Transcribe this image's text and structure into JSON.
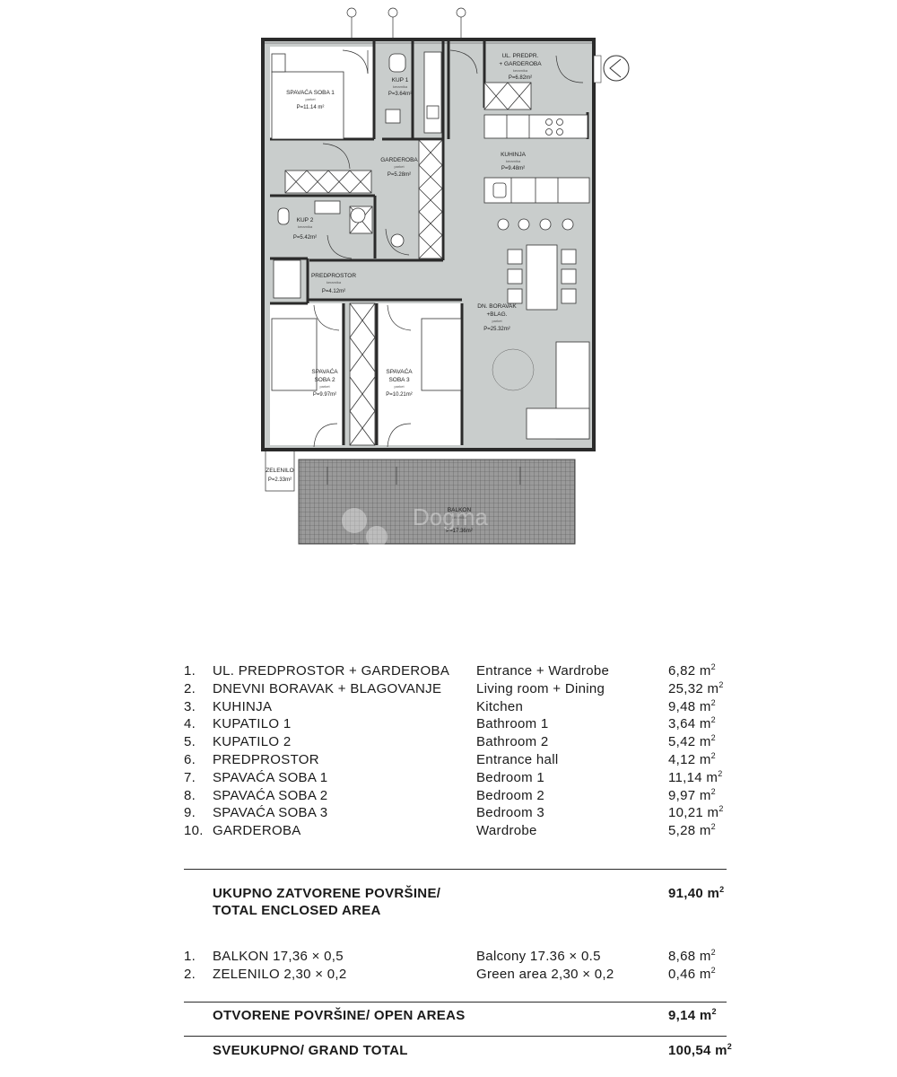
{
  "plan": {
    "rooms": {
      "bed1": {
        "name": "SPAVAĆA SOBA 1",
        "floor": "parket",
        "area": "P=11.14 m²"
      },
      "bath1": {
        "name": "KUP 1",
        "floor": "keramika",
        "area": "P=3.64m²"
      },
      "entrance": {
        "name": "UL. PREDPR.",
        "name2": "+ GARDEROBA",
        "floor": "keramika",
        "area": "P=6.82m²"
      },
      "wardrobe": {
        "name": "GARDEROBA",
        "floor": "parket",
        "area": "P=5.28m²"
      },
      "kitchen": {
        "name": "KUHINJA",
        "floor": "keramika",
        "area": "P=9.48m²"
      },
      "bath2": {
        "name": "KUP 2",
        "floor": "keramika",
        "area": "P=5.42m²"
      },
      "hall": {
        "name": "PREDPROSTOR",
        "floor": "keramika",
        "area": "P=4.12m²"
      },
      "living": {
        "name": "DN. BORAVAK",
        "name2": "+BLAG.",
        "floor": "parket",
        "area": "P=25.32m²"
      },
      "bed2": {
        "name": "SPAVAĆA",
        "name2": "SOBA 2",
        "floor": "parket",
        "area": "P=9.97m²"
      },
      "bed3": {
        "name": "SPAVAĆA",
        "name2": "SOBA 3",
        "floor": "parket",
        "area": "P=10.21m²"
      },
      "green": {
        "name": "ZELENILO",
        "area": "P=2.33m²"
      },
      "balcony": {
        "name": "BALKON",
        "floor": "keramika",
        "area": "P=17.36m²"
      }
    },
    "watermark": "Dogma"
  },
  "schedule": {
    "rooms": [
      {
        "no": "1.",
        "hr": "UL. PREDPROSTOR + GARDEROBA",
        "en": "Entrance + Wardrobe",
        "area": "6,82 m"
      },
      {
        "no": "2.",
        "hr": "DNEVNI BORAVAK + BLAGOVANJE",
        "en": "Living room + Dining",
        "area": "25,32 m"
      },
      {
        "no": "3.",
        "hr": "KUHINJA",
        "en": "Kitchen",
        "area": "9,48 m"
      },
      {
        "no": "4.",
        "hr": "KUPATILO 1",
        "en": "Bathroom 1",
        "area": "3,64 m"
      },
      {
        "no": "5.",
        "hr": "KUPATILO 2",
        "en": "Bathroom 2",
        "area": "5,42 m"
      },
      {
        "no": "6.",
        "hr": "PREDPROSTOR",
        "en": "Entrance hall",
        "area": "4,12 m"
      },
      {
        "no": "7.",
        "hr": "SPAVAĆA SOBA 1",
        "en": "Bedroom 1",
        "area": "11,14 m"
      },
      {
        "no": "8.",
        "hr": "SPAVAĆA SOBA 2",
        "en": "Bedroom 2",
        "area": "9,97 m"
      },
      {
        "no": "9.",
        "hr": "SPAVAĆA SOBA 3",
        "en": "Bedroom 3",
        "area": "10,21 m"
      },
      {
        "no": "10.",
        "hr": "GARDEROBA",
        "en": "Wardrobe",
        "area": "5,28 m"
      }
    ],
    "enclosed_total": {
      "label1": "UKUPNO ZATVORENE POVRŠINE/",
      "label2": "TOTAL ENCLOSED AREA",
      "area": "91,40 m"
    },
    "open": [
      {
        "no": "1.",
        "hr": "BALKON 17,36 × 0,5",
        "en": "Balcony 17.36 × 0.5",
        "area": "8,68 m"
      },
      {
        "no": "2.",
        "hr": "ZELENILO 2,30 × 0,2",
        "en": "Green area 2,30 × 0,2",
        "area": "0,46  m"
      }
    ],
    "open_total": {
      "label": "OTVORENE POVRŠINE/ OPEN AREAS",
      "area": "9,14 m"
    },
    "grand_total": {
      "label": "SVEUKUPNO/ GRAND TOTAL",
      "area": "100,54 m"
    },
    "unit_sup": "2"
  },
  "colors": {
    "floor": "#c9cdcc",
    "wall": "#2a2a2a",
    "balcony": "#8a8a8a"
  }
}
